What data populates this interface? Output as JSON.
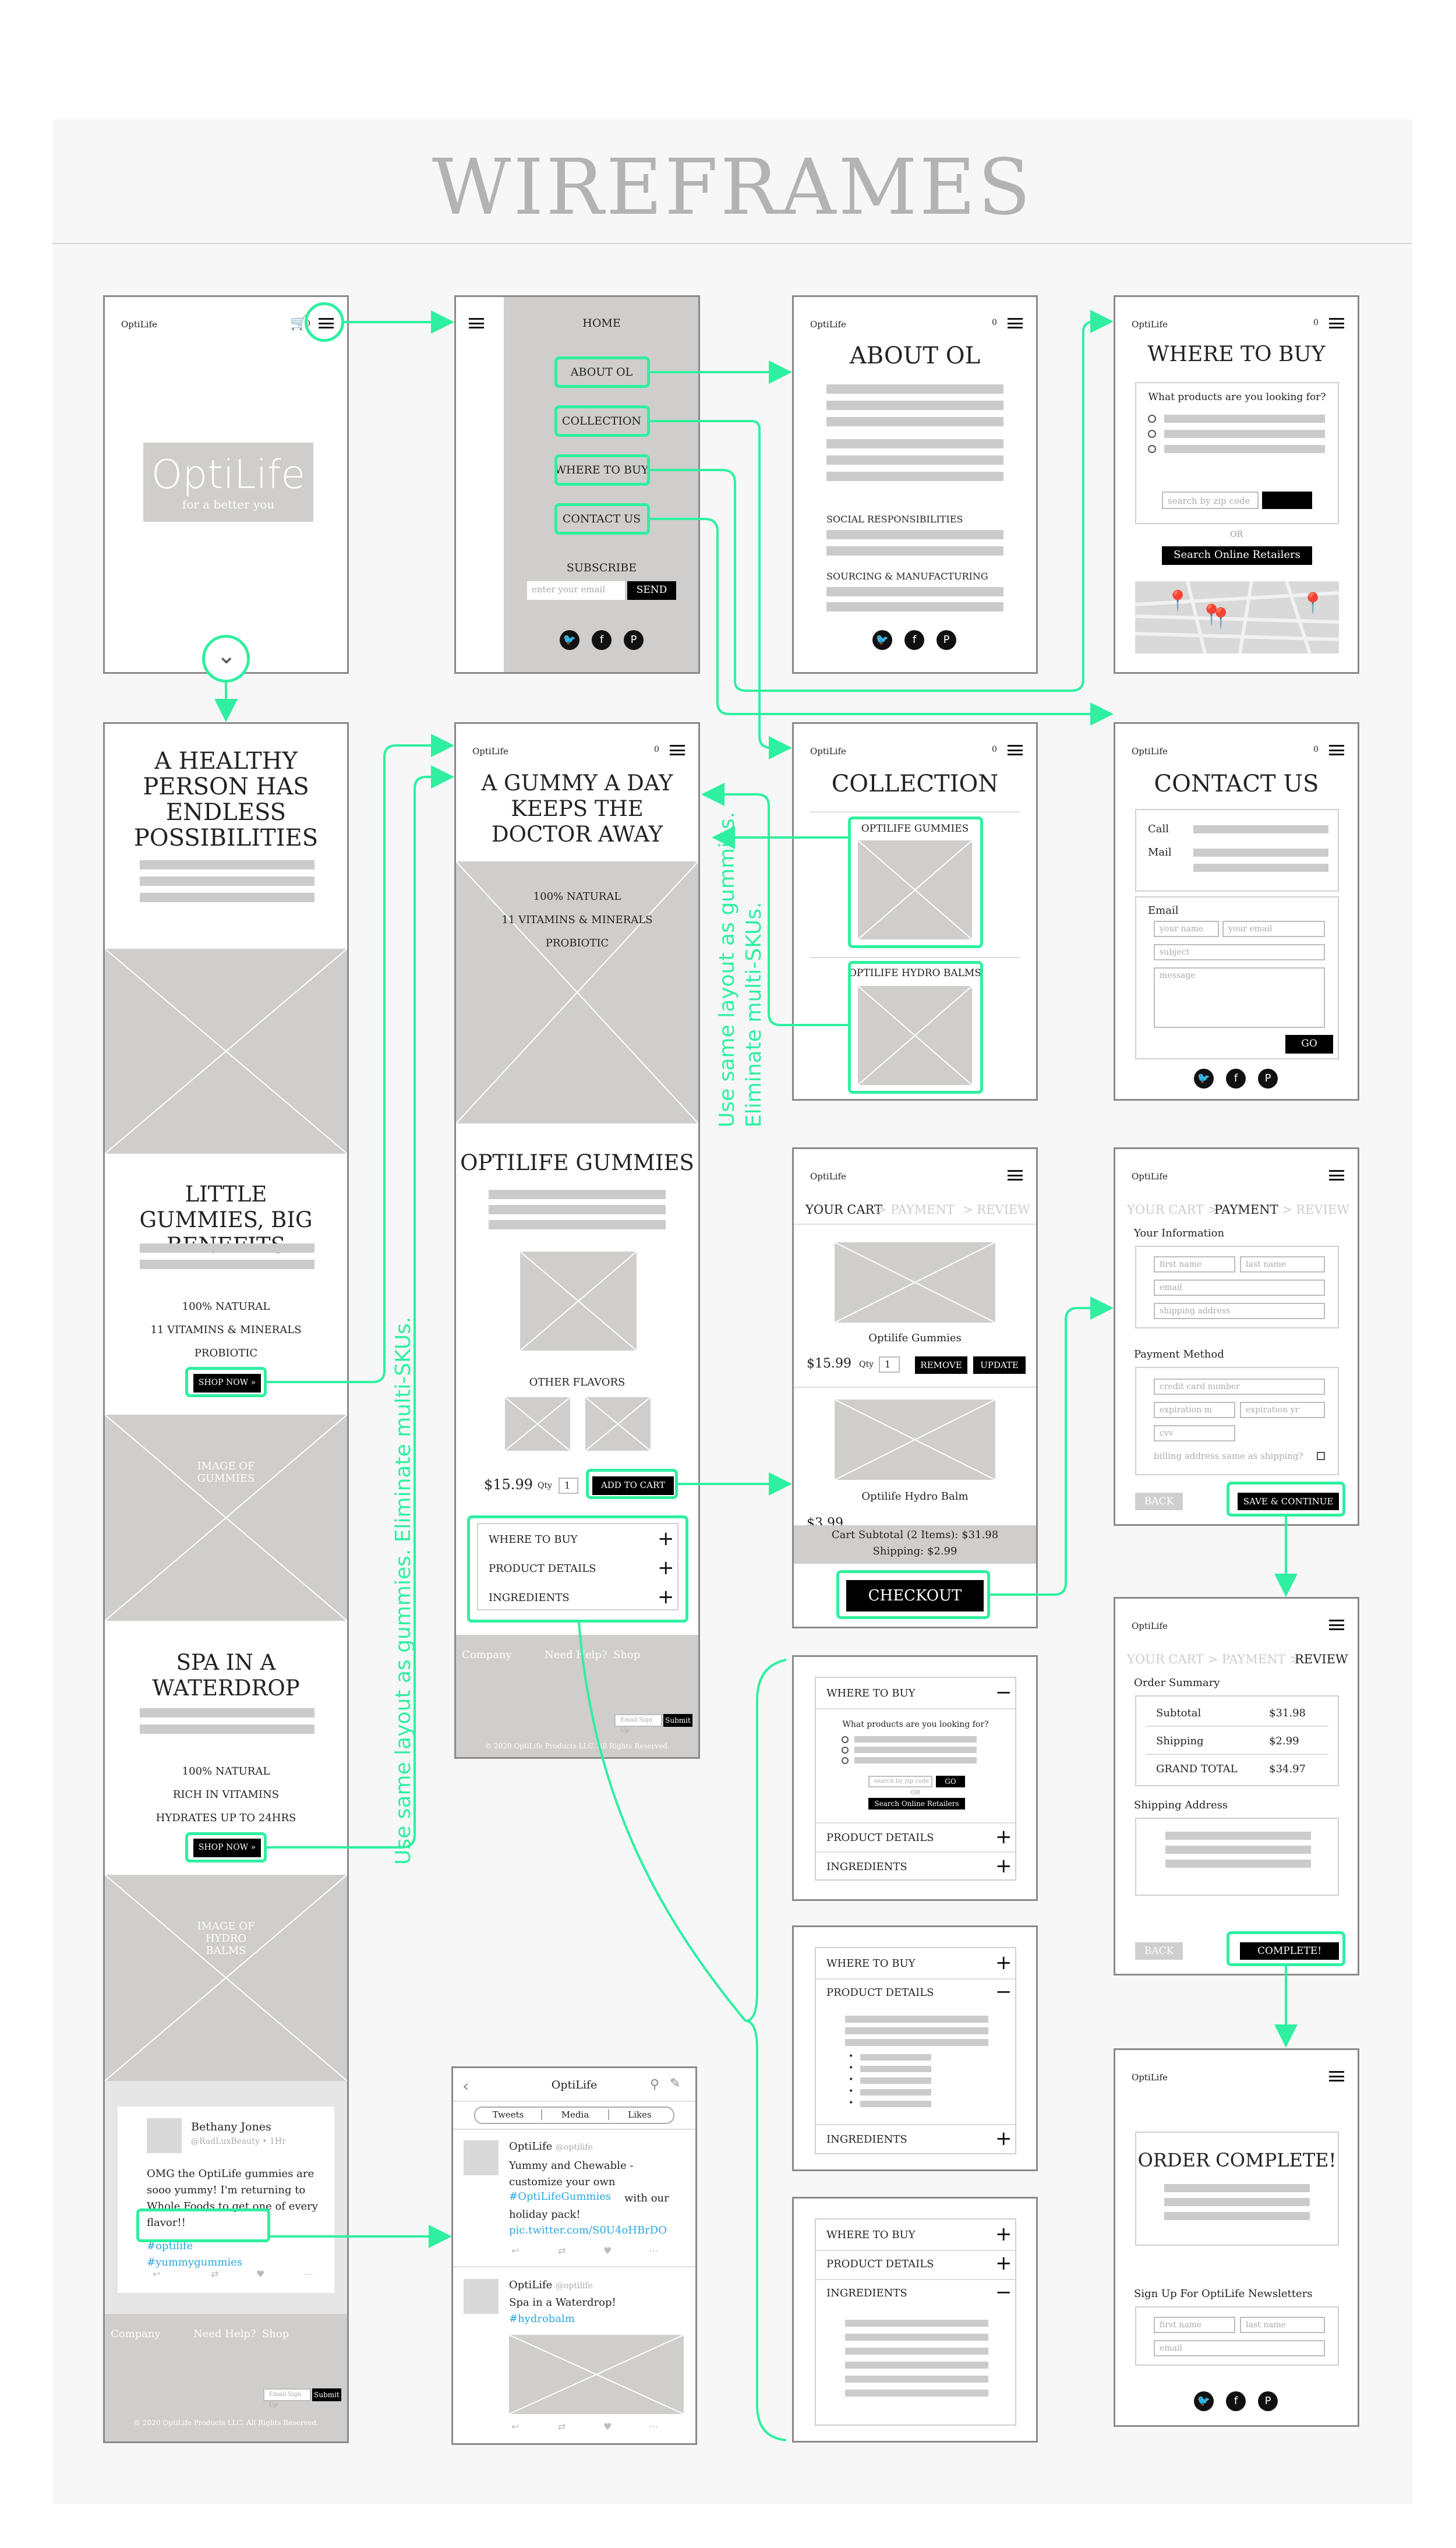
{
  "title": "WIREFRAMES",
  "common": {
    "logo": "OptiLife",
    "cart_count": "0",
    "brand": "OptiLife",
    "tagline": "for a better you",
    "send": "SEND",
    "subscribe": "SUBSCRIBE",
    "email_placeholder": "enter your email",
    "go": "GO",
    "copyright": "© 2020 OptiLife Products LLC. All Rights Reserved.",
    "footer_cols": [
      "Company",
      "Need Help?",
      "Shop"
    ],
    "submit": "Submit",
    "signup_placeholder": "Email Sign Up"
  },
  "menu": {
    "items": [
      "HOME",
      "ABOUT OL",
      "COLLECTION",
      "WHERE TO BUY",
      "CONTACT US"
    ]
  },
  "about": {
    "title": "ABOUT OL",
    "social": "SOCIAL RESPONSIBILITIES",
    "sourcing": "SOURCING & MANUFACTURING"
  },
  "where": {
    "title": "WHERE TO BUY",
    "question": "What products are you looking for?",
    "zip_placeholder": "search by zip code",
    "or": "OR",
    "online": "Search Online Retailers"
  },
  "home": {
    "h1": "A HEALTHY PERSON HAS ENDLESS POSSIBILITIES",
    "h2": "LITTLE GUMMIES, BIG BENEFITS",
    "b1": [
      "100% NATURAL",
      "11 VITAMINS & MINERALS",
      "PROBIOTIC"
    ],
    "shop": "SHOP NOW »",
    "img1": "IMAGE OF GUMMIES",
    "h3": "SPA IN A WATERDROP",
    "b2": [
      "100% NATURAL",
      "RICH IN VITAMINS",
      "HYDRATES UP TO 24HRS"
    ],
    "img2": "IMAGE OF HYDRO BALMS",
    "review_name": "Bethany Jones",
    "review_handle": "@RadLuxBeauty • 1Hr",
    "review_text": "OMG the OptiLife gummies are sooo yummy! I'm returning to Whole Foods to get one of every flavor!!",
    "review_tags": "#optilife #yummygummies"
  },
  "product": {
    "h1": "A GUMMY A DAY KEEPS THE DOCTOR AWAY",
    "hero": [
      "100% NATURAL",
      "11 VITAMINS & MINERALS",
      "PROBIOTIC"
    ],
    "name": "OPTILIFE GUMMIES",
    "other": "OTHER FLAVORS",
    "price": "$15.99",
    "qty": "Qty",
    "qty_val": "1",
    "add": "ADD TO CART",
    "acc": [
      "WHERE TO BUY",
      "PRODUCT DETAILS",
      "INGREDIENTS"
    ]
  },
  "note": "Use same layout as gummies. Eliminate multi-SKUs.",
  "note2": [
    "Use same layout as gummies.",
    "Eliminate multi-SKUs."
  ],
  "collection": {
    "title": "COLLECTION",
    "items": [
      "OPTILIFE GUMMIES",
      "OPTILIFE HYDRO BALMS"
    ]
  },
  "contact": {
    "title": "CONTACT US",
    "call": "Call",
    "mail": "Mail",
    "email": "Email",
    "first": "your name",
    "last": "your email",
    "subject": "subject",
    "message": "message"
  },
  "cart": {
    "steps": [
      "YOUR CART",
      "> PAYMENT",
      "> REVIEW"
    ],
    "items": [
      {
        "name": "Optilife Gummies",
        "price": "$15.99"
      },
      {
        "name": "Optilife Hydro Balm",
        "price": "$3.99"
      }
    ],
    "qty": "Qty",
    "qty_val": "1",
    "remove": "REMOVE",
    "update": "UPDATE",
    "subtotal": "Cart Subtotal (2 Items): $31.98",
    "shipping": "Shipping: $2.99",
    "checkout": "CHECKOUT"
  },
  "payment": {
    "steps": [
      "YOUR CART >",
      "PAYMENT",
      "> REVIEW"
    ],
    "info": "Your Information",
    "first": "first name",
    "last": "last name",
    "email": "email",
    "address": "shipping address",
    "method": "Payment Method",
    "card": "credit card number",
    "exp_m": "expiration m",
    "exp_y": "expiration yr",
    "cvv": "cvv",
    "billing": "billing address same as shipping?",
    "back": "BACK",
    "save": "SAVE & CONTINUE"
  },
  "review": {
    "steps": [
      "YOUR CART > PAYMENT >",
      "REVIEW"
    ],
    "summary": "Order Summary",
    "rows": [
      {
        "label": "Subtotal",
        "value": "$31.98"
      },
      {
        "label": "Shipping",
        "value": "$2.99"
      },
      {
        "label": "GRAND TOTAL",
        "value": "$34.97"
      }
    ],
    "address": "Shipping Address",
    "back": "BACK",
    "complete": "COMPLETE!"
  },
  "complete": {
    "title": "ORDER COMPLETE!",
    "signup": "Sign Up For OptiLife Newsletters",
    "first": "first name",
    "last": "last name",
    "email": "email"
  },
  "twitter": {
    "title": "OptiLife",
    "tabs": [
      "Tweets",
      "Media",
      "Likes"
    ],
    "t1_name": "OptiLife",
    "t1_handle": "@optilife",
    "t1_text": "Yummy and Chewable - customize your own",
    "t1_tag": "#OptiLifeGummies",
    "t1_text2": "with our holiday pack!",
    "t1_link": "pic.twitter.com/S0U4oHBrDO",
    "t2_name": "OptiLife",
    "t2_handle": "@optilife",
    "t2_text": "Spa in a Waterdrop!",
    "t2_tag": "#hydrobalm"
  },
  "acc": {
    "labels": [
      "WHERE TO BUY",
      "PRODUCT DETAILS",
      "INGREDIENTS"
    ],
    "question": "What products are you looking for?",
    "zip": "search by zip code",
    "go": "GO",
    "or": "OR",
    "online": "Search Online Retailers"
  },
  "colors": {
    "accent": "#2ef0a0",
    "placeholder": "#cfcecd",
    "board": "#f7f7f7"
  }
}
